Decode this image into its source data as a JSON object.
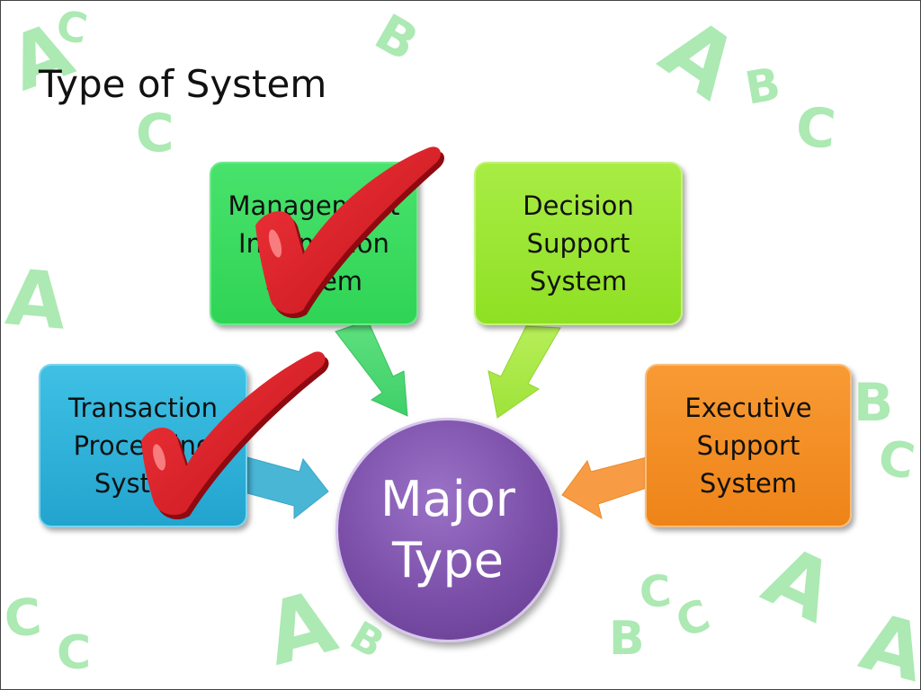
{
  "title": "Type of System",
  "center": {
    "line1": "Major",
    "line2": "Type"
  },
  "boxes": {
    "mis": {
      "line1": "Management",
      "line2": "Information",
      "line3": "System",
      "color": "#3ddc62",
      "checked": true
    },
    "dss": {
      "line1": "Decision",
      "line2": "Support",
      "line3": "System",
      "color": "#9ae830",
      "checked": false
    },
    "tps": {
      "line1": "Transaction",
      "line2": "Processing",
      "line3": "System",
      "color": "#2fb0d8",
      "checked": true
    },
    "ess": {
      "line1": "Executive",
      "line2": "Support",
      "line3": "System",
      "color": "#f38c24",
      "checked": false
    }
  },
  "colors": {
    "checkmark": "#e0232a",
    "background_letters": "#9ee6a6",
    "center": "#7b4fa8"
  },
  "background_letters": [
    "A",
    "C",
    "B",
    "A",
    "B",
    "C",
    "C",
    "A",
    "B",
    "C",
    "A",
    "C",
    "B",
    "C",
    "A",
    "B",
    "C",
    "A",
    "C"
  ]
}
